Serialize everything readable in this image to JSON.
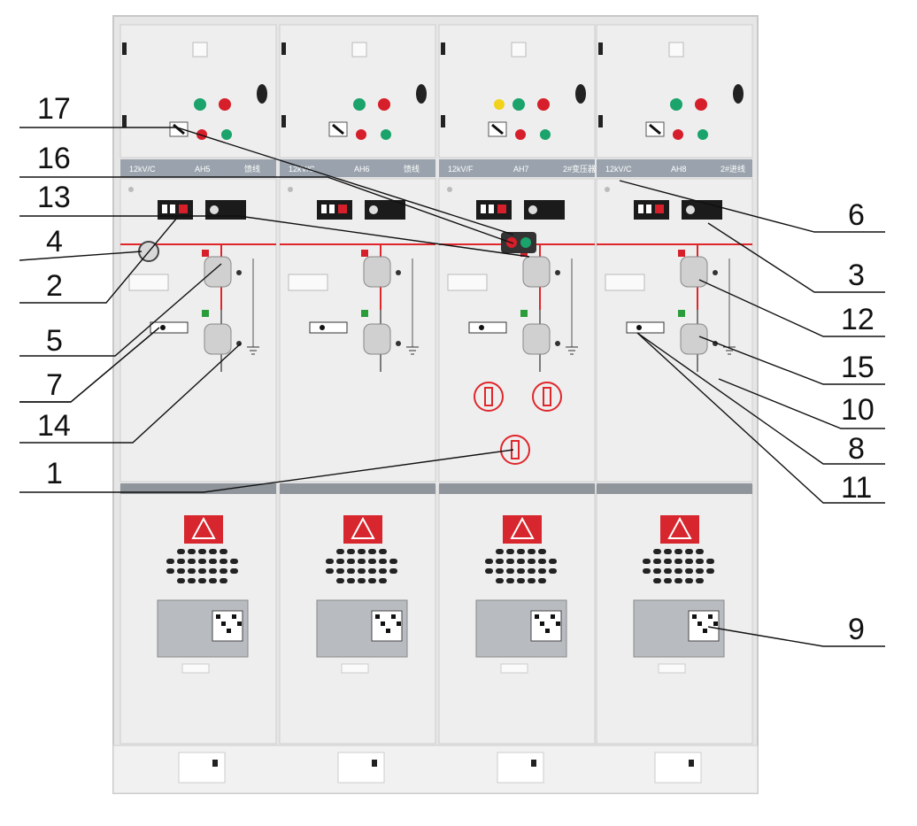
{
  "colors": {
    "cabinet_body": "#ececec",
    "panel_face": "#eeeeee",
    "header_strip": "#9aa3ad",
    "busbar": "#e0262b",
    "warning_sign": "#d7262d",
    "leader_line": "#111111",
    "nameplate": "#b8bcc0",
    "lamp_green": "#1aa36b",
    "lamp_red": "#d61f2a"
  },
  "panels": [
    {
      "strip_left": "12kV/C",
      "strip_mid": "AH5",
      "strip_right": "馈线"
    },
    {
      "strip_left": "12kV/C",
      "strip_mid": "AH6",
      "strip_right": "馈线"
    },
    {
      "strip_left": "12kV/F",
      "strip_mid": "AH7",
      "strip_right": "2#变压器"
    },
    {
      "strip_left": "12kV/C",
      "strip_mid": "AH8",
      "strip_right": "2#进线"
    }
  ],
  "callouts": {
    "left": [
      "17",
      "16",
      "13",
      "4",
      "2",
      "5",
      "7",
      "14",
      "1"
    ],
    "right": [
      "6",
      "3",
      "12",
      "15",
      "10",
      "8",
      "11",
      "9"
    ]
  }
}
